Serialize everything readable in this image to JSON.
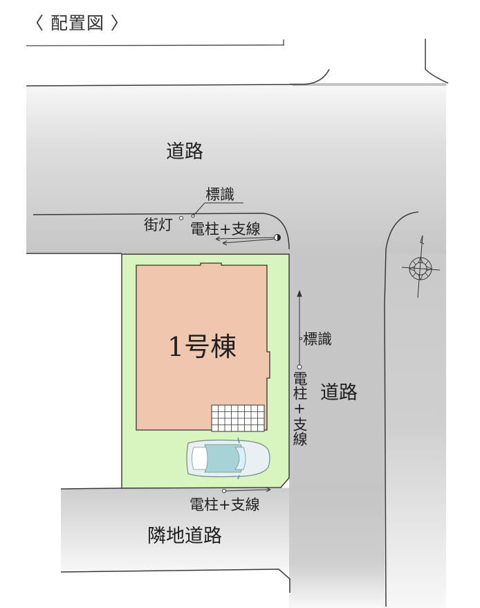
{
  "title": "〈 配置図 〉",
  "roads": {
    "north": "道路",
    "east": "道路",
    "south": "隣地道路"
  },
  "building": {
    "label": "1号棟",
    "fill": "#eec7ae"
  },
  "lot": {
    "fill": "#d8f5be"
  },
  "annotations": {
    "sign_north": "標識",
    "streetlight": "街灯",
    "pole_north": "電柱+支線",
    "sign_east": "標識",
    "pole_east": "電柱+支線",
    "pole_south": "電柱+支線"
  },
  "icons": {
    "compass": "compass-rose-north-arrow",
    "car": "parked-car-top-view"
  },
  "colors": {
    "road_dark": "#c4c4c4",
    "road_light": "#f4f4f4",
    "outline": "#333333"
  }
}
